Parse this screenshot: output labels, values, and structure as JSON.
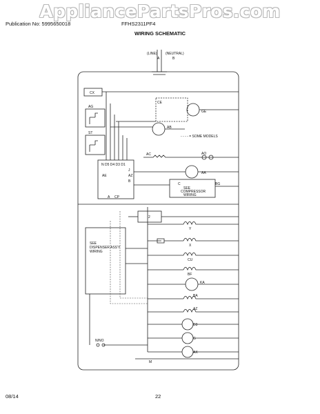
{
  "watermark": "AppliancePartsPros.com",
  "header": {
    "publication": "Publication No: 5995650018",
    "model": "FFHS2311PF4",
    "title": "WIRING SCHEMATIC"
  },
  "power": {
    "line": "(LINE)",
    "line_term": "A",
    "neutral": "(NEUTRAL)",
    "neutral_term": "B"
  },
  "labels": {
    "cx": "CX",
    "ag": "AG",
    "st": "ST",
    "ce": "CE",
    "ge": "GE",
    "ab": "AB",
    "some_models": "- - - - = SOME MODELS",
    "ac": "AC",
    "ao": "AO",
    "ae": "AE",
    "aa": "AA",
    "c": "C",
    "bg": "BG",
    "see_compressor": "SEE",
    "see_compressor_2": "COMPRESSOR",
    "see_compressor_3": "WIRING",
    "a": "A",
    "cp": "CP",
    "two": "2",
    "y": "Y",
    "x": "X",
    "cu": "CU",
    "bf": "BF",
    "ka": "KA",
    "ba": "BA",
    "az": "AZ",
    "d3": "D3",
    "g": "G",
    "ax": "AX",
    "nno": "N/NO",
    "m": "M",
    "dispenser_1": "SEE",
    "dispenser_2": "DISPENSER ASS'Y",
    "dispenser_3": "WIRING",
    "ae_pins_top": "N D5 D4 D3 D1",
    "ae_pin_j": "J",
    "ae_pin_az": "AZ",
    "ae_pin_b": "B"
  },
  "footer": {
    "date": "08/14",
    "page": "22"
  }
}
